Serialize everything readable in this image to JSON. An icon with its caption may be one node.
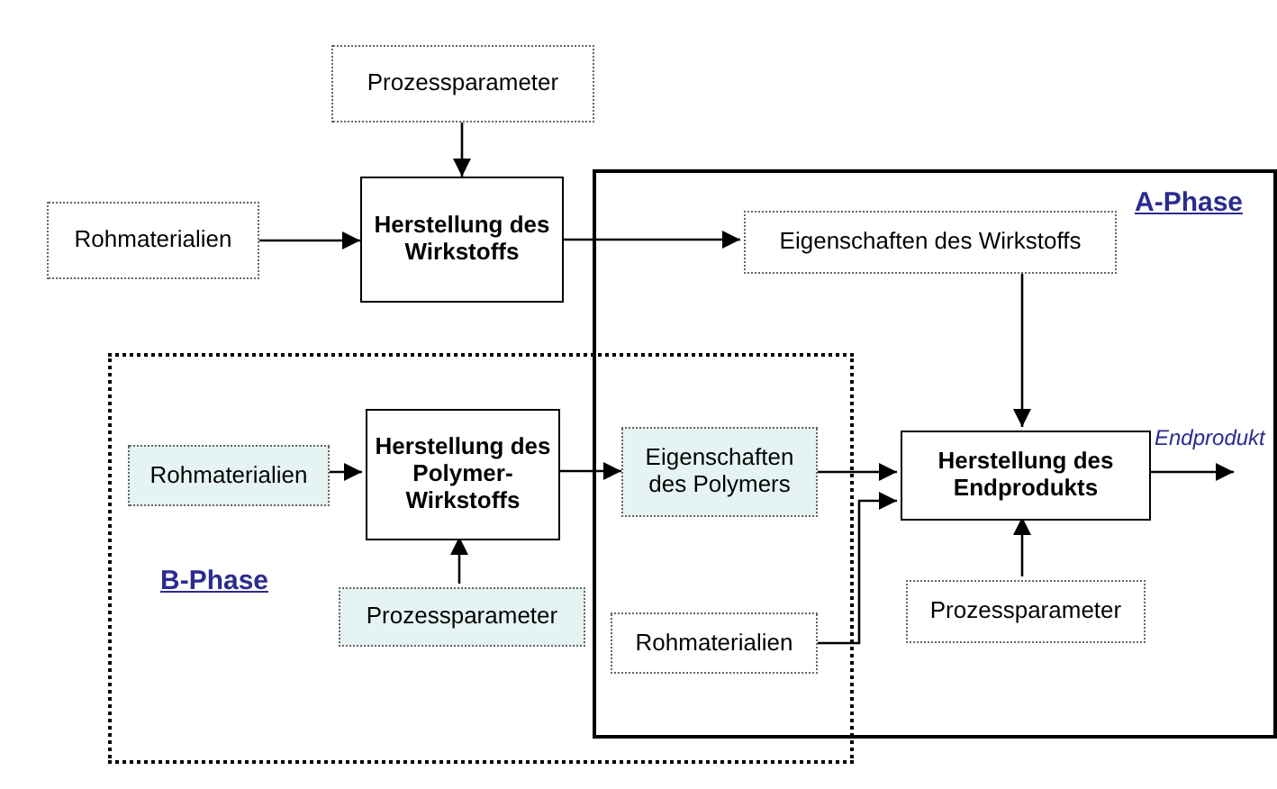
{
  "diagram": {
    "nodes": [
      {
        "text": [
          "Prozessparameter"
        ]
      },
      {
        "text": [
          "Rohmaterialien"
        ]
      },
      {
        "text": [
          "Herstellung des Wirkstoffs"
        ]
      },
      {
        "text": [
          "A-Phase"
        ]
      },
      {
        "text": [
          "Eigenschaften des Wirkstoffs"
        ],
        "in": 3
      },
      {
        "text": [
          "B-Phase"
        ]
      },
      {
        "text": [
          "Rohmaterialien"
        ],
        "in": 5
      },
      {
        "text": [
          "Herstellung des Polymer-Wirkstoffs"
        ],
        "in": 5
      },
      {
        "text": [
          "Prozessparameter"
        ],
        "in": 5
      },
      {
        "text": [
          "Eigenschaften des Polymers"
        ]
      },
      {
        "text": [
          "Herstellung des Endprodukts"
        ],
        "in": 3
      },
      {
        "text": [
          "Rohmaterialien"
        ]
      },
      {
        "text": [
          "Prozessparameter"
        ],
        "in": 3
      }
    ],
    "edges": [
      {
        "from": 0,
        "to": 2,
        "arrow": "to"
      },
      {
        "from": 1,
        "to": 2,
        "arrow": "to"
      },
      {
        "from": 2,
        "to": 4,
        "arrow": "to"
      },
      {
        "from": 4,
        "to": 10,
        "arrow": "to"
      },
      {
        "from": 6,
        "to": 7,
        "arrow": "to"
      },
      {
        "from": 8,
        "to": 7,
        "arrow": "to"
      },
      {
        "from": 7,
        "to": 9,
        "arrow": "to"
      },
      {
        "from": 9,
        "to": 10,
        "arrow": "to"
      },
      {
        "from": 11,
        "to": 10,
        "arrow": "to"
      },
      {
        "from": 12,
        "to": 10,
        "arrow": "to"
      },
      {
        "from": 10,
        "to": null,
        "arrow": "to",
        "label": "Endprodukt"
      }
    ]
  }
}
